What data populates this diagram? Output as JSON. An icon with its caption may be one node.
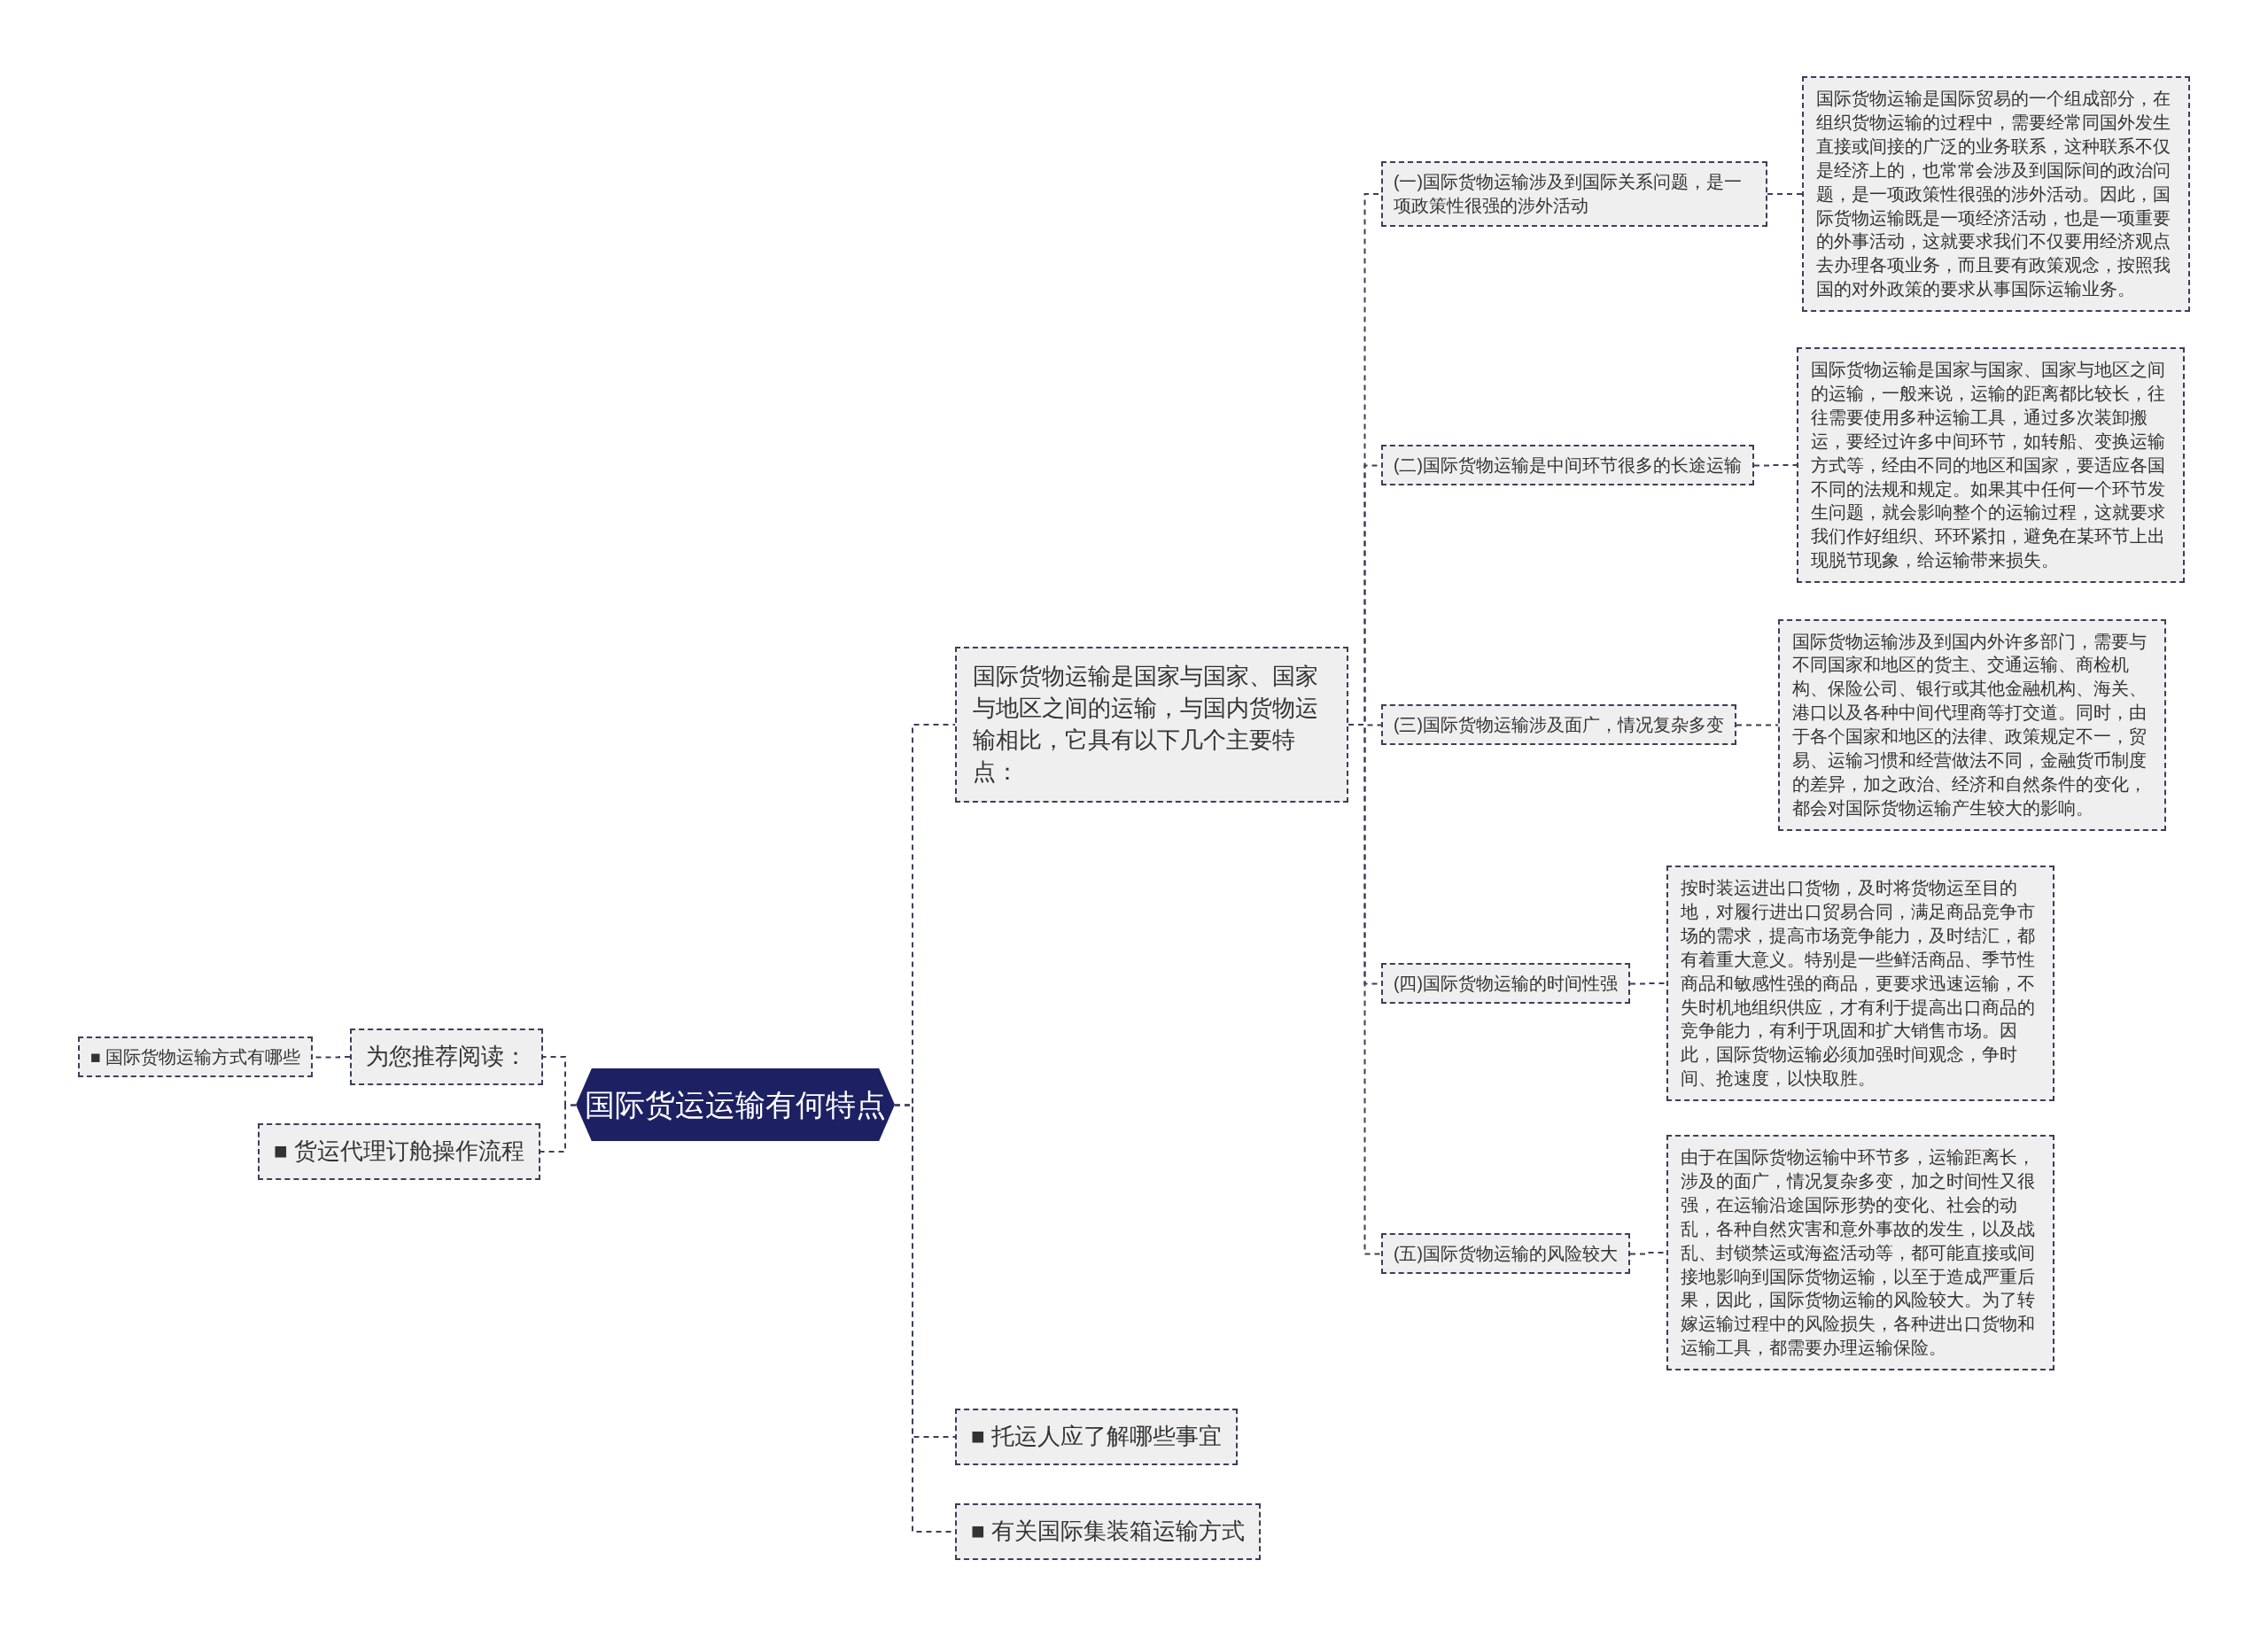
{
  "diagram": {
    "nodes": [
      {
        "text": [
          "国际货运运输有何特点"
        ]
      },
      {
        "text": [
          "国际货物运输是国家与国家、国家与地区之间的运输，与国内货物运输相比，它具有以下几个主要特点："
        ]
      },
      {
        "text": [
          "(一)国际货物运输涉及到国际关系问题，是一项政策性很强的涉外活动"
        ]
      },
      {
        "text": [
          "(二)国际货物运输是中间环节很多的长途运输"
        ]
      },
      {
        "text": [
          "(三)国际货物运输涉及面广，情况复杂多变"
        ]
      },
      {
        "text": [
          "(四)国际货物运输的时间性强"
        ]
      },
      {
        "text": [
          "(五)国际货物运输的风险较大"
        ]
      },
      {
        "text": [
          "国际货物运输是国际贸易的一个组成部分，在组织货物运输的过程中，需要经常同国外发生直接或间接的广泛的业务联系，这种联系不仅是经济上的，也常常会涉及到国际间的政治问题，是一项政策性很强的涉外活动。因此，国际货物运输既是一项经济活动，也是一项重要的外事活动，这就要求我们不仅要用经济观点去办理各项业务，而且要有政策观念，按照我国的对外政策的要求从事国际运输业务。"
        ]
      },
      {
        "text": [
          "国际货物运输是国家与国家、国家与地区之间的运输，一般来说，运输的距离都比较长，往往需要使用多种运输工具，通过多次装卸搬运，要经过许多中间环节，如转船、变换运输方式等，经由不同的地区和国家，要适应各国不同的法规和规定。如果其中任何一个环节发生问题，就会影响整个的运输过程，这就要求我们作好组织、环环紧扣，避免在某环节上出现脱节现象，给运输带来损失。"
        ]
      },
      {
        "text": [
          "国际货物运输涉及到国内外许多部门，需要与不同国家和地区的货主、交通运输、商检机构、保险公司、银行或其他金融机构、海关、港口以及各种中间代理商等打交道。同时，由于各个国家和地区的法律、政策规定不一，贸易、运输习惯和经营做法不同，金融货币制度的差异，加之政治、经济和自然条件的变化，都会对国际货物运输产生较大的影响。"
        ]
      },
      {
        "text": [
          "按时装运进出口货物，及时将货物运至目的地，对履行进出口贸易合同，满足商品竞争市场的需求，提高市场竞争能力，及时结汇，都有着重大意义。特别是一些鲜活商品、季节性商品和敏感性强的商品，更要求迅速运输，不失时机地组织供应，才有利于提高出口商品的竞争能力，有利于巩固和扩大销售市场。因此，国际货物运输必须加强时间观念，争时间、抢速度，以快取胜。"
        ]
      },
      {
        "text": [
          "由于在国际货物运输中环节多，运输距离长，涉及的面广，情况复杂多变，加之时间性又很强，在运输沿途国际形势的变化、社会的动乱，各种自然灾害和意外事故的发生，以及战乱、封锁禁运或海盗活动等，都可能直接或间接地影响到国际货物运输，以至于造成严重后果，因此，国际货物运输的风险较大。为了转嫁运输过程中的风险损失，各种进出口货物和运输工具，都需要办理运输保险。"
        ]
      },
      {
        "text": [
          "■ 托运人应了解哪些事宜"
        ]
      },
      {
        "text": [
          "■ 有关国际集装箱运输方式"
        ]
      },
      {
        "text": [
          "为您推荐阅读："
        ]
      },
      {
        "text": [
          "■ 国际货物运输方式有哪些"
        ]
      },
      {
        "text": [
          "■ 货运代理订舱操作流程"
        ]
      }
    ],
    "edges": [
      {
        "from": 0,
        "to": 1,
        "arrow": "none"
      },
      {
        "from": 1,
        "to": 2,
        "arrow": "none"
      },
      {
        "from": 1,
        "to": 3,
        "arrow": "none"
      },
      {
        "from": 1,
        "to": 4,
        "arrow": "none"
      },
      {
        "from": 1,
        "to": 5,
        "arrow": "none"
      },
      {
        "from": 1,
        "to": 6,
        "arrow": "none"
      },
      {
        "from": 2,
        "to": 7,
        "arrow": "none"
      },
      {
        "from": 3,
        "to": 8,
        "arrow": "none"
      },
      {
        "from": 4,
        "to": 9,
        "arrow": "none"
      },
      {
        "from": 5,
        "to": 10,
        "arrow": "none"
      },
      {
        "from": 6,
        "to": 11,
        "arrow": "none"
      },
      {
        "from": 0,
        "to": 12,
        "arrow": "none"
      },
      {
        "from": 0,
        "to": 13,
        "arrow": "none"
      },
      {
        "from": 0,
        "to": 14,
        "arrow": "none"
      },
      {
        "from": 14,
        "to": 15,
        "arrow": "none"
      },
      {
        "from": 0,
        "to": 16,
        "arrow": "none"
      }
    ]
  }
}
